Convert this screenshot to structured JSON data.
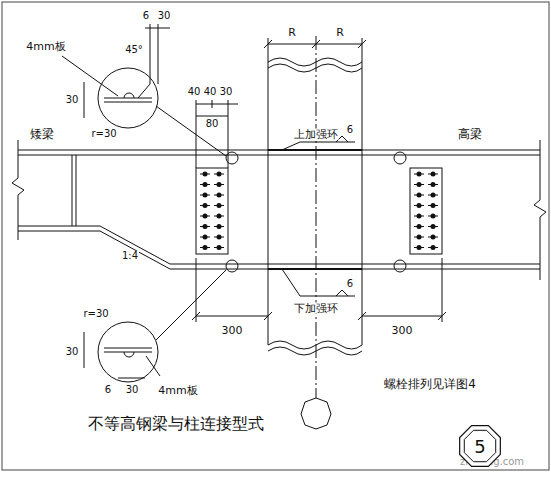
{
  "diagram": {
    "caption": "不等高钢梁与柱连接型式",
    "nodes": [
      {
        "text": [
          "5"
        ]
      }
    ],
    "labels": [
      "6",
      "30",
      "45°",
      "4mm板",
      "30",
      "r=30",
      "40",
      "40",
      "30",
      "80",
      "R",
      "R",
      "上加强环",
      "6",
      "矮梁",
      "高梁",
      "1:4",
      "r=30",
      "30",
      "4mm板",
      "6",
      "30",
      "300",
      "300",
      "下加强环",
      "6",
      "螺栓排列见详图4",
      "zhulong.com"
    ]
  }
}
